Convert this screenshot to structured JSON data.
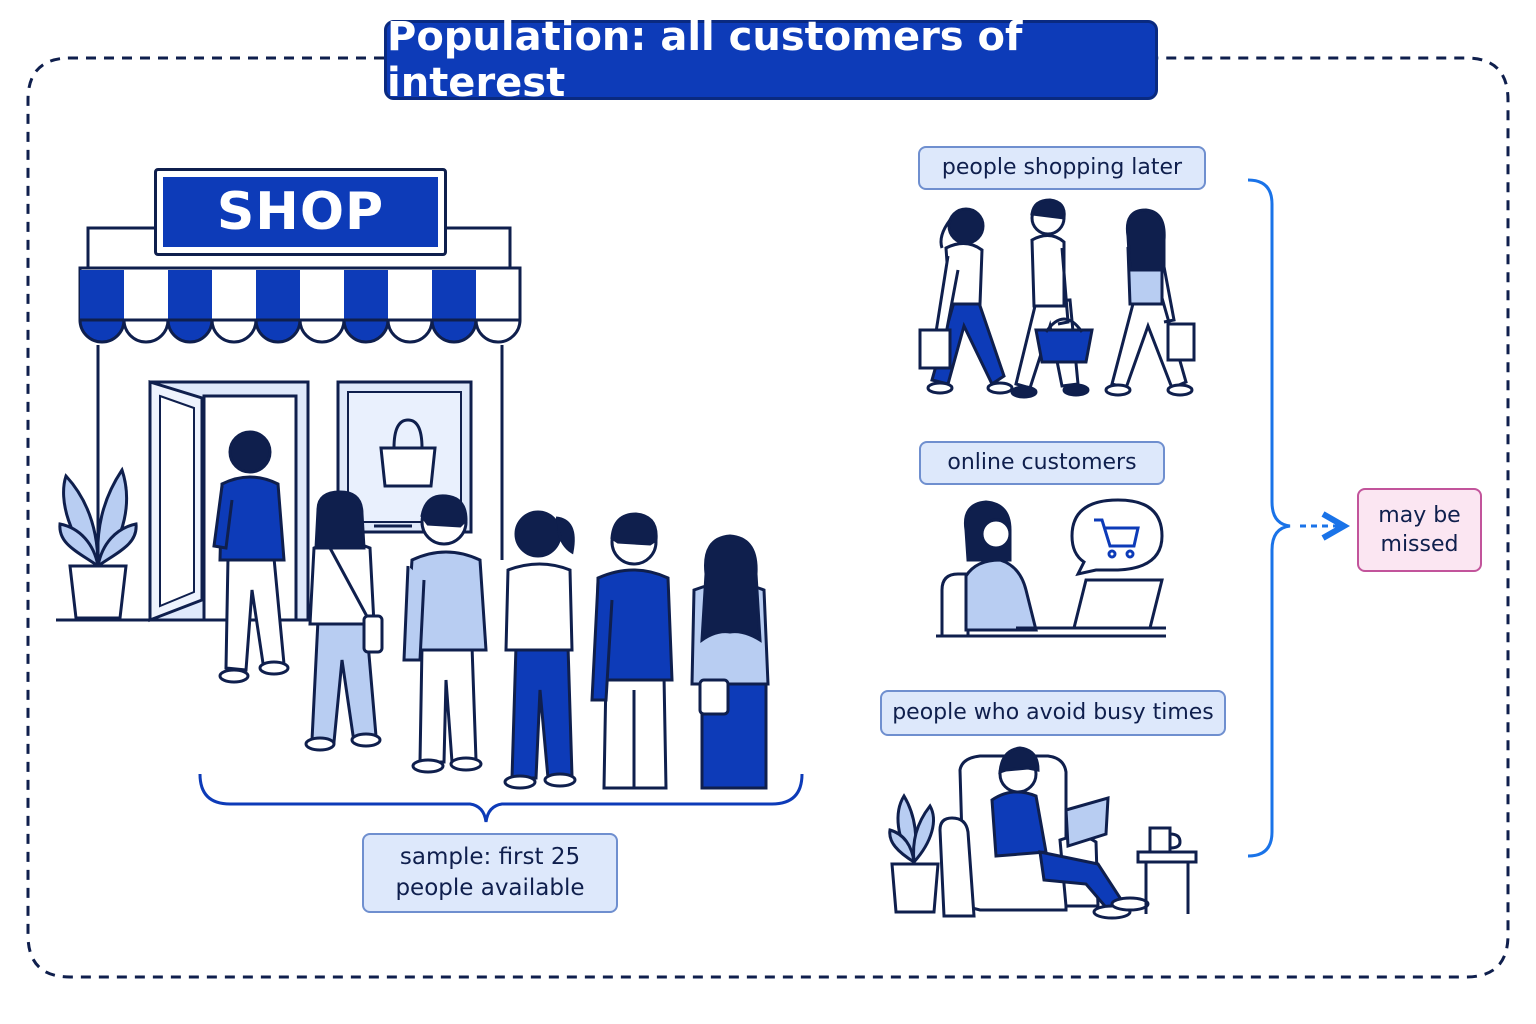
{
  "title": "Population: all customers of interest",
  "shop_sign": "SHOP",
  "sample": {
    "line1": "sample: first 25",
    "line2": "people available"
  },
  "groups": [
    {
      "label": "people shopping later"
    },
    {
      "label": "online customers"
    },
    {
      "label": "people who avoid busy times"
    }
  ],
  "missed": {
    "line1": "may be",
    "line2": "missed"
  },
  "colors": {
    "primary": "#0d3bb8",
    "light": "#b8cdf2",
    "outline": "#0f1f4d",
    "bracket": "#1a73e8",
    "missed_border": "#c2549b",
    "missed_fill": "#fbe6f2"
  }
}
